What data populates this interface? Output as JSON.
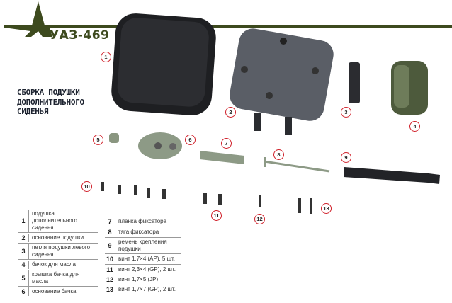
{
  "header": {
    "logo_text": "УАЗ-469",
    "brand_color": "#3d4a1e",
    "accent_color": "#d0202a"
  },
  "title": [
    "СБОРКА ПОДУШКИ",
    "ДОПОЛНИТЕЛЬНОГО",
    "СИДЕНЬЯ"
  ],
  "callouts": [
    "1",
    "2",
    "3",
    "4",
    "5",
    "6",
    "7",
    "8",
    "9",
    "10",
    "11",
    "12",
    "13"
  ],
  "parts_left": [
    {
      "num": "1",
      "name": "подушка дополнительного сиденья"
    },
    {
      "num": "2",
      "name": "основание подушки"
    },
    {
      "num": "3",
      "name": "петля подушки левого сиденья"
    },
    {
      "num": "4",
      "name": "бачок для масла"
    },
    {
      "num": "5",
      "name": "крышка бачка для масла"
    },
    {
      "num": "6",
      "name": "основание бачка"
    }
  ],
  "parts_right": [
    {
      "num": "7",
      "name": "планка фиксатора"
    },
    {
      "num": "8",
      "name": "тяга фиксатора"
    },
    {
      "num": "9",
      "name": "ремень крепления подушки"
    },
    {
      "num": "10",
      "name": "винт 1,7×4 (AP), 5 шт."
    },
    {
      "num": "11",
      "name": "винт 2,3×4 (GP), 2 шт."
    },
    {
      "num": "12",
      "name": "винт 1,7×5 (JP)"
    },
    {
      "num": "13",
      "name": "винт 1,7×7 (GP), 2 шт."
    }
  ]
}
